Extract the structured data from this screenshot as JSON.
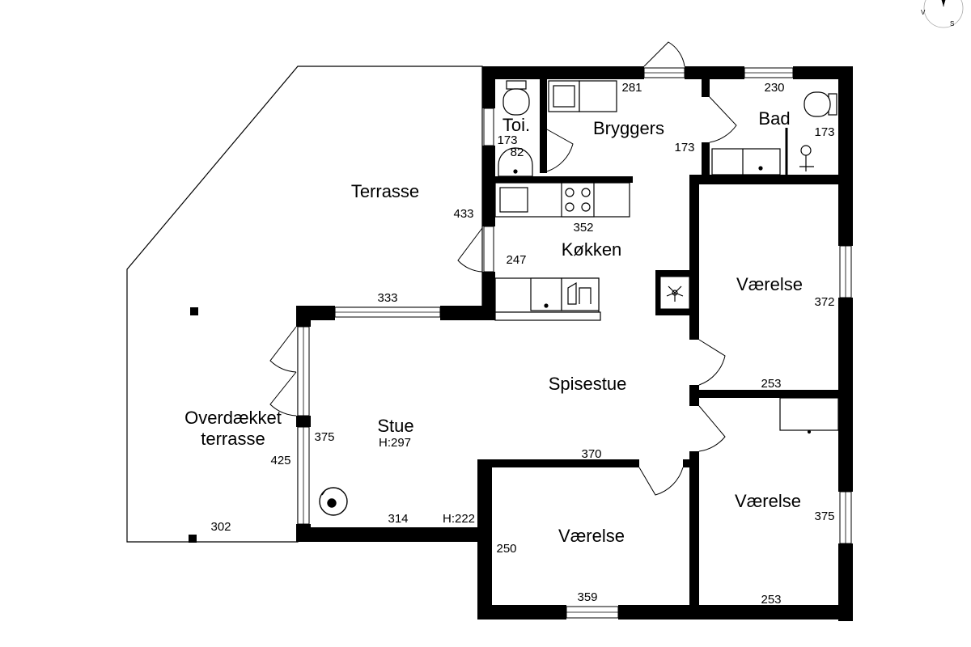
{
  "rooms": {
    "terrasse": "Terrasse",
    "covered_terrace_line1": "Overdækket",
    "covered_terrace_line2": "terrasse",
    "toilet": "Toi.",
    "utility": "Bryggers",
    "bathroom": "Bad",
    "kitchen": "Køkken",
    "dining": "Spisestue",
    "living": "Stue",
    "living_height": "H:297",
    "bedroom_1": "Værelse",
    "bedroom_2": "Værelse",
    "bedroom_3": "Værelse"
  },
  "dimensions": {
    "utility_top": "281",
    "bath_top": "230",
    "bath_side": "173",
    "toilet_side": "173",
    "toilet_bottom": "82",
    "utility_side": "173",
    "terrace_side": "433",
    "kitchen_counter": "352",
    "kitchen_side": "247",
    "living_top": "333",
    "bedroom1_side": "372",
    "bedroom1_bottom": "253",
    "dining_bottom": "370",
    "living_side": "375",
    "covered_side": "425",
    "covered_bottom": "302",
    "living_bottom": "314",
    "living_bottom_height": "H:222",
    "bedroom3_side": "250",
    "bedroom3_bottom": "359",
    "bedroom2_side": "375",
    "bedroom2_bottom": "253"
  },
  "compass": {
    "west": "V",
    "south": "S"
  }
}
